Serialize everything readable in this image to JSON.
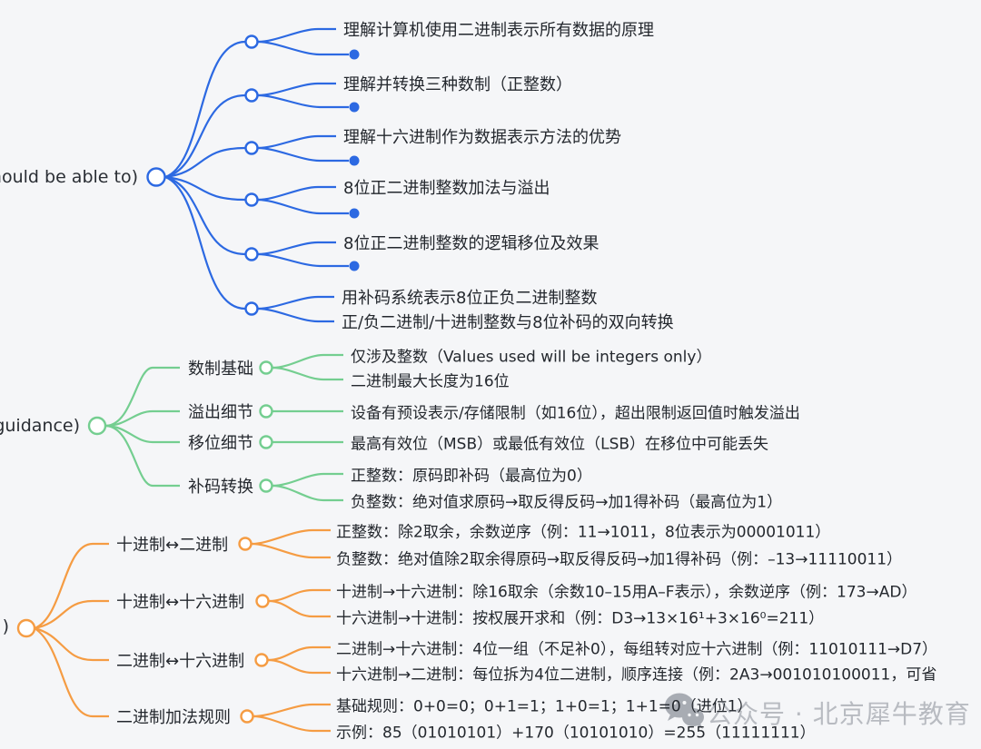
{
  "colors": {
    "blue": "#2c69e2",
    "green": "#74ce90",
    "orange": "#f59c43",
    "text": "#24282e",
    "watermark_gray": "#a9adb4",
    "background": "#f5f6f8"
  },
  "objectives": {
    "root_label": "hould be able to)",
    "topics": [
      {
        "label": "理解计算机使用二进制表示所有数据的原理"
      },
      {
        "label": "理解并转换三种数制（正整数）"
      },
      {
        "label": "理解十六进制作为数据表示方法的优势"
      },
      {
        "label": "8位正二进制整数加法与溢出"
      },
      {
        "label": "8位正二进制整数的逻辑移位及效果"
      },
      {
        "label": "用补码系统表示8位正负二进制整数",
        "label2": "正/负二进制/十进制整数与8位补码的双向转换"
      }
    ]
  },
  "guidance": {
    "root_label": "guidance)",
    "topics": [
      {
        "label": "数制基础",
        "children": [
          "仅涉及整数（Values used will be integers only）",
          "二进制最大长度为16位"
        ]
      },
      {
        "label": "溢出细节",
        "children": [
          "设备有预设表示/存储限制（如16位），超出限制返回值时触发溢出"
        ]
      },
      {
        "label": "移位细节",
        "children": [
          "最高有效位（MSB）或最低有效位（LSB）在移位中可能丢失"
        ]
      },
      {
        "label": "补码转换",
        "children": [
          "正整数：原码即补码（最高位为0）",
          "负整数：绝对值求原码→取反得反码→加1得补码（最高位为1）"
        ]
      }
    ]
  },
  "conversion": {
    "root_label": ")",
    "topics": [
      {
        "label": "十进制↔二进制",
        "children": [
          "正整数：除2取余，余数逆序（例：11→1011，8位表示为00001011）",
          "负整数：绝对值除2取余得原码→取反得反码→加1得补码（例：–13→11110011）"
        ]
      },
      {
        "label": "十进制↔十六进制",
        "children": [
          "十进制→十六进制：除16取余（余数10–15用A–F表示），余数逆序（例：173→AD）",
          "十六进制→十进制：按权展开求和（例：D3→13×16¹+3×16⁰=211）"
        ]
      },
      {
        "label": "二进制↔十六进制",
        "children": [
          "二进制→十六进制：4位一组（不足补0），每组转对应十六进制（例：11010111→D7）",
          "十六进制→二进制：每位拆为4位二进制，顺序连接（例：2A3→001010100011，可省"
        ]
      },
      {
        "label": "二进制加法规则",
        "children": [
          "基础规则：0+0=0；0+1=1；1+0=1；1+1=0（进位1）",
          "示例：85（01010101）+170（10101010）=255（11111111）"
        ]
      }
    ]
  },
  "watermark": {
    "icon": "wechat-icon",
    "text": "公众号 · 北京犀牛教育"
  }
}
